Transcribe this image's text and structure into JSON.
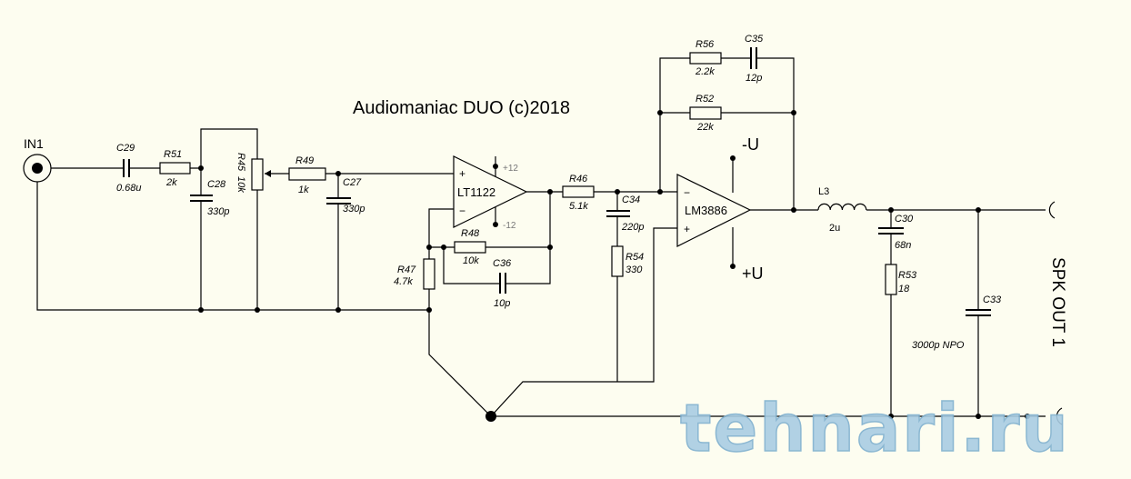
{
  "title": "Audiomaniac DUO (c)2018",
  "input": {
    "label": "IN1"
  },
  "output": {
    "label": "SPK OUT 1"
  },
  "components": {
    "C29": {
      "ref": "C29",
      "value": "0.68u"
    },
    "R51": {
      "ref": "R51",
      "value": "2k"
    },
    "C28": {
      "ref": "C28",
      "value": "330p"
    },
    "R45": {
      "ref": "R45",
      "value": "10k"
    },
    "R49": {
      "ref": "R49",
      "value": "1k"
    },
    "C27": {
      "ref": "C27",
      "value": "330p"
    },
    "U1": {
      "ref": "LT1122",
      "vplus": "+12",
      "vminus": "-12",
      "plus": "+",
      "minus": "−"
    },
    "R47": {
      "ref": "R47",
      "value": "4.7k"
    },
    "R48": {
      "ref": "R48",
      "value": "10k"
    },
    "C36": {
      "ref": "C36",
      "value": "10p"
    },
    "R46": {
      "ref": "R46",
      "value": "5.1k"
    },
    "C34": {
      "ref": "C34",
      "value": "220p"
    },
    "R54": {
      "ref": "R54",
      "value": "330"
    },
    "R56": {
      "ref": "R56",
      "value": "2.2k"
    },
    "C35": {
      "ref": "C35",
      "value": "12p"
    },
    "R52": {
      "ref": "R52",
      "value": "22k"
    },
    "U2": {
      "ref": "LM3886",
      "vminus": "-U",
      "vplus": "+U",
      "plus": "+",
      "minus": "−"
    },
    "L3": {
      "ref": "L3",
      "value": "2u"
    },
    "C30": {
      "ref": "C30",
      "value": "68n"
    },
    "R53": {
      "ref": "R53",
      "value": "18"
    },
    "C33": {
      "ref": "C33",
      "value": "3000p NPO"
    }
  },
  "watermark": "tehnari.ru"
}
